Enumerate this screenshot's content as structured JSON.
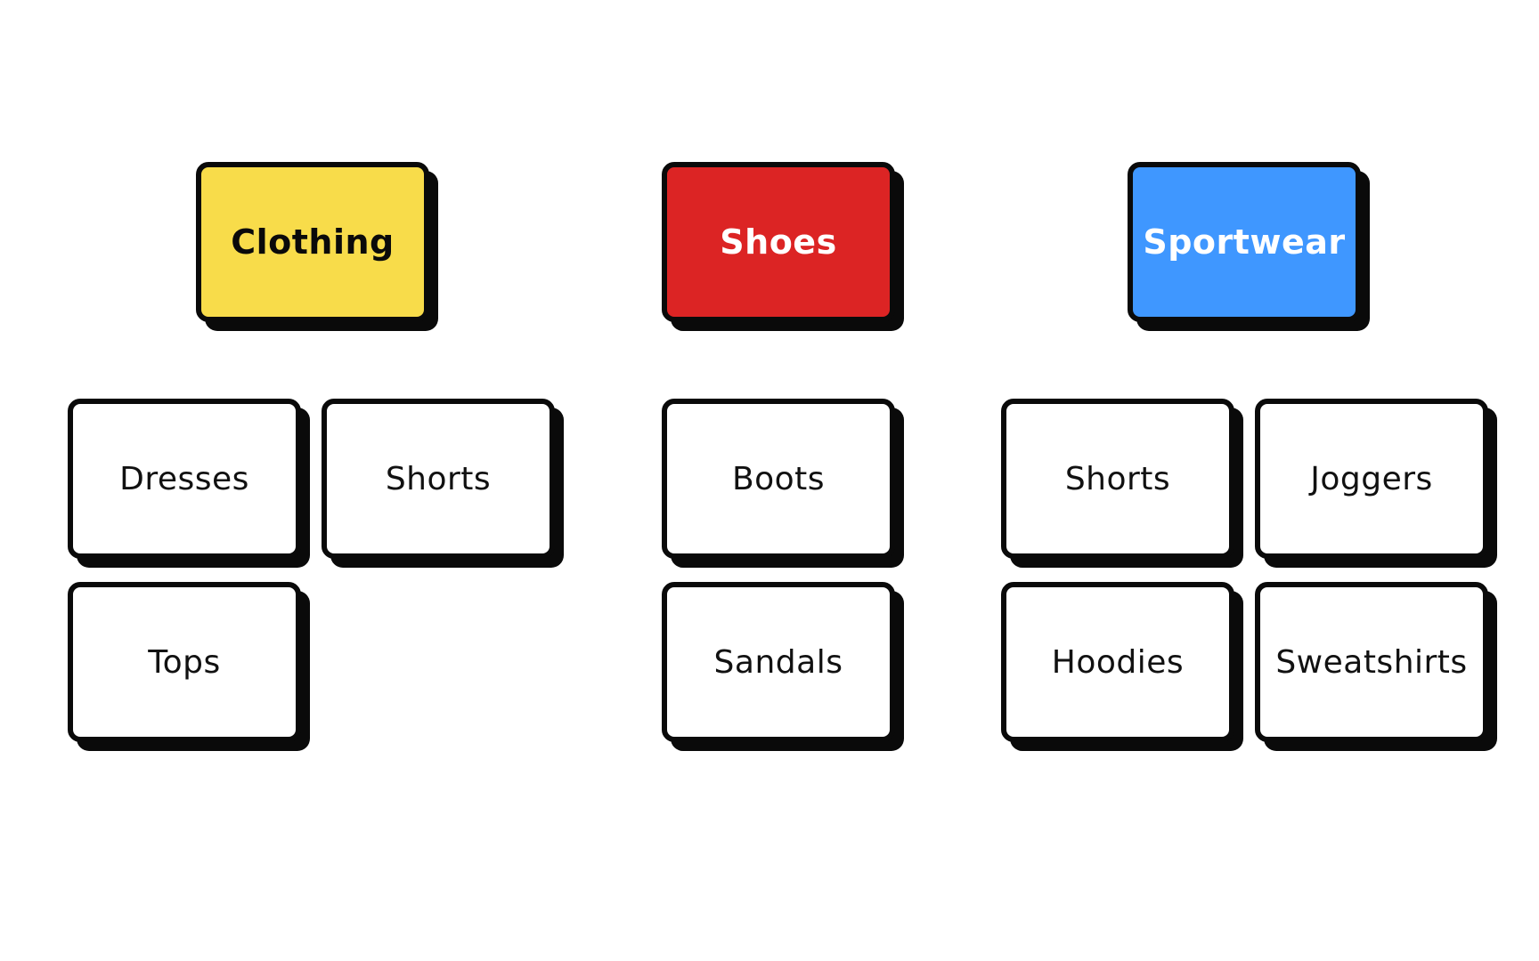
{
  "categories": [
    {
      "label": "Clothing",
      "color": "#F8DC4A",
      "text_color": "#0a0a0a",
      "items": [
        "Dresses",
        "Shorts",
        "Tops"
      ]
    },
    {
      "label": "Shoes",
      "color": "#DC2424",
      "text_color": "#ffffff",
      "items": [
        "Boots",
        "Sandals"
      ]
    },
    {
      "label": "Sportwear",
      "color": "#3F97FF",
      "text_color": "#ffffff",
      "items": [
        "Shorts",
        "Joggers",
        "Hoodies",
        "Sweatshirts"
      ]
    }
  ]
}
